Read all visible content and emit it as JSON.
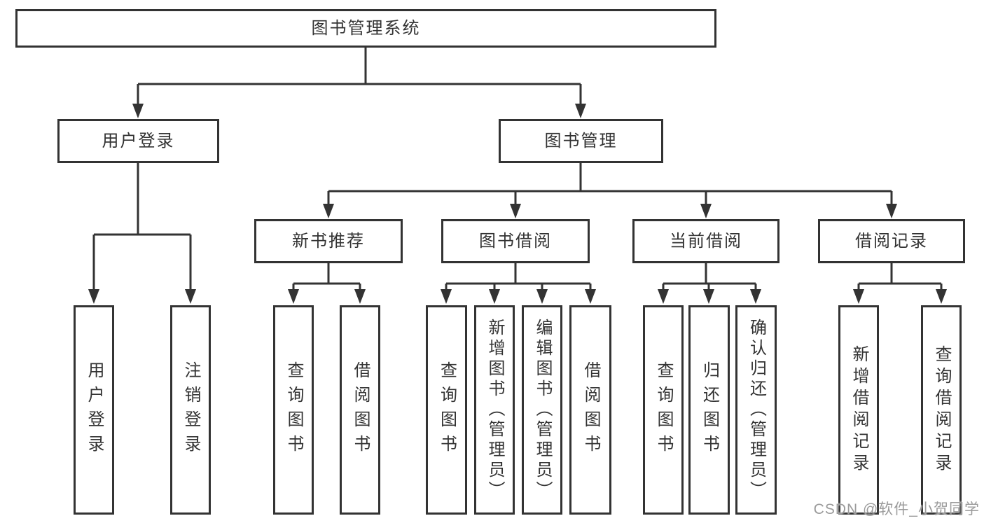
{
  "diagram": {
    "tree": {
      "label": "图书管理系统",
      "children": [
        {
          "label": "用户登录",
          "children": [
            {
              "label": "用户登录"
            },
            {
              "label": "注销登录"
            }
          ]
        },
        {
          "label": "图书管理",
          "children": [
            {
              "label": "新书推荐",
              "children": [
                {
                  "label": "查询图书"
                },
                {
                  "label": "借阅图书"
                }
              ]
            },
            {
              "label": "图书借阅",
              "children": [
                {
                  "label": "查询图书"
                },
                {
                  "label": "新增图书（管理员）"
                },
                {
                  "label": "编辑图书（管理员）"
                },
                {
                  "label": "借阅图书"
                }
              ]
            },
            {
              "label": "当前借阅",
              "children": [
                {
                  "label": "查询图书"
                },
                {
                  "label": "归还图书"
                },
                {
                  "label": "确认归还（管理员）"
                }
              ]
            },
            {
              "label": "借阅记录",
              "children": [
                {
                  "label": "新增借阅记录"
                },
                {
                  "label": "查询借阅记录"
                }
              ]
            }
          ]
        }
      ]
    },
    "colors": {
      "line": "#333333",
      "box_border": "#333333",
      "text": "#333333",
      "watermark": "#9b9b9b"
    }
  },
  "watermark": {
    "text": "CSDN @软件_小贺同学"
  }
}
